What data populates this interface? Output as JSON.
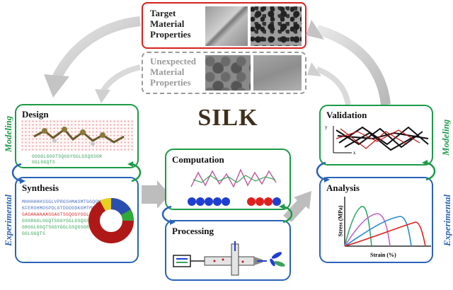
{
  "center_title": "SILK",
  "target": {
    "lines": [
      "Target",
      "Material",
      "Properties"
    ]
  },
  "unexpected": {
    "lines": [
      "Unexpected",
      "Material",
      "Properties"
    ]
  },
  "side_labels": {
    "modeling_left": "Modeling",
    "experimental_left": "Experimental",
    "modeling_right": "Modeling",
    "experimental_right": "Experimental"
  },
  "panels": {
    "design": "Design",
    "synthesis": "Synthesis",
    "computation": "Computation",
    "processing": "Processing",
    "validation": "Validation",
    "analysis": "Analysis"
  },
  "sequences": {
    "design_seq": [
      "GGGGLGGGTSQGGYGGLGSQGSGR",
      "GGLGGQTS"
    ],
    "synthesis_seq": [
      {
        "text": "MHHHHHHSSGLVPRGSHMASMTGGQQMGRGSAAA",
        "color": "#4a6fc0"
      },
      {
        "text": "KFEROHMDSPDLGTDDDDDKGMTMDKAGSG",
        "color": "#4a6fc0"
      },
      {
        "text": "GAGAAAAAAGGAGTSGQGGYGGLGSQG",
        "color": "#e03030"
      },
      {
        "text": "GSGRGGLGGQTSGGYGGLGSQGSGRG",
        "color": "#3aa35a"
      },
      {
        "text": "GRGGLGGQTSGGYGGLGSQGSGRGG",
        "color": "#3aa35a"
      },
      {
        "text": "GGLGGQTS",
        "color": "#3aa35a"
      }
    ]
  },
  "analysis_axes": {
    "y": "Stress (MPa)",
    "x": "Strain (%)"
  },
  "validation_axes": {
    "y": "y",
    "x": "x"
  },
  "colors": {
    "green_border": "#1c9b48",
    "blue_border": "#2a63b8",
    "target_border": "#d62020",
    "modeling_label": "#1c9b48",
    "experimental_label": "#2a63b8",
    "silk_title": "#3f2f1c"
  }
}
